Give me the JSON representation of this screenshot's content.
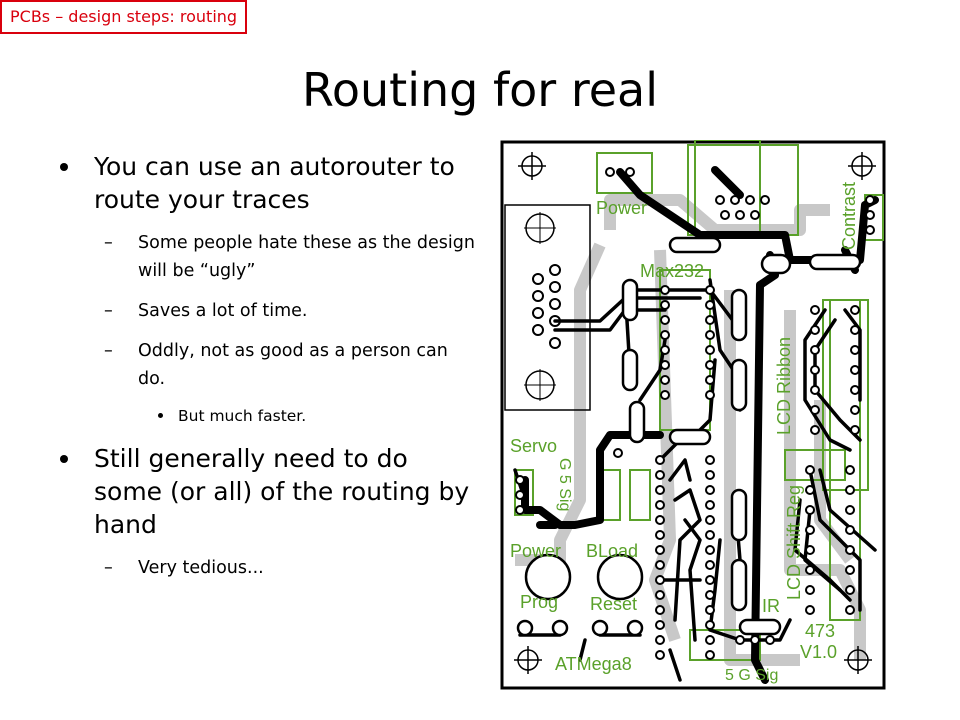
{
  "header": {
    "tag": "PCBs – design steps: routing"
  },
  "slide": {
    "title": "Routing for real",
    "bullets": [
      {
        "text": "You can use an autorouter to route your traces",
        "sub": [
          {
            "text": "Some people hate these as the design will be “ugly”"
          },
          {
            "text": "Saves a lot of time."
          },
          {
            "text": "Oddly, not as good as a person can do.",
            "sub": [
              "But much faster."
            ]
          }
        ]
      },
      {
        "text": "Still generally need to do some (or all) of the routing by hand",
        "sub": [
          {
            "text": "Very tedious..."
          }
        ]
      }
    ]
  },
  "pcb": {
    "labels": {
      "power": "Power",
      "contrast": "Contrast",
      "max232": "Max232",
      "lcd_ribbon": "LCD Ribbon",
      "servo": "Servo",
      "g5sig": "G 5 Sig",
      "power2": "Power",
      "bload": "BLoad",
      "lcd_shift": "LCD Shift Reg",
      "prog": "Prog",
      "reset": "Reset",
      "ir": "IR",
      "rev_473": "473",
      "rev_v": "V1.0",
      "atmega": "ATMega8",
      "bottom": "5 G Sig"
    },
    "colors": {
      "board": "#ffffff",
      "outline": "#000000",
      "silk": "#5aa12a",
      "copper": "#000000",
      "ground": "#c8c8c8"
    }
  }
}
